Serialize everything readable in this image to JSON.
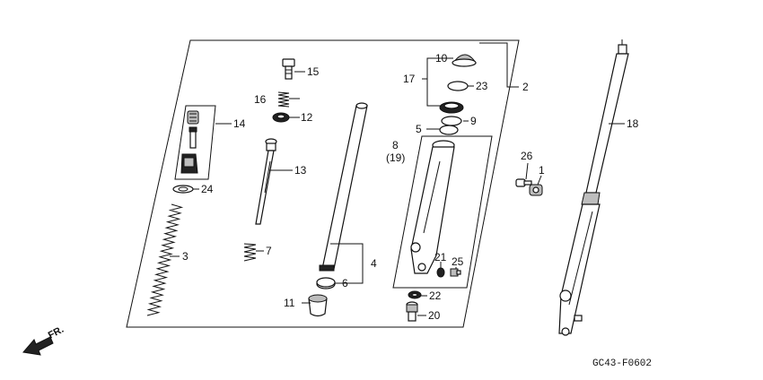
{
  "labels": {
    "p1": "1",
    "p2": "2",
    "p3": "3",
    "p4": "4",
    "p5": "5",
    "p6": "6",
    "p7": "7",
    "p8": "8",
    "p8b": "(19)",
    "p9": "9",
    "p10": "10",
    "p11": "11",
    "p12": "12",
    "p13": "13",
    "p14": "14",
    "p15": "15",
    "p16": "16",
    "p17": "17",
    "p18": "18",
    "p20": "20",
    "p21": "21",
    "p22": "22",
    "p23": "23",
    "p24": "24",
    "p25": "25",
    "p26": "26"
  },
  "direction": "FR.",
  "diagram_code": "GC43-F0602"
}
